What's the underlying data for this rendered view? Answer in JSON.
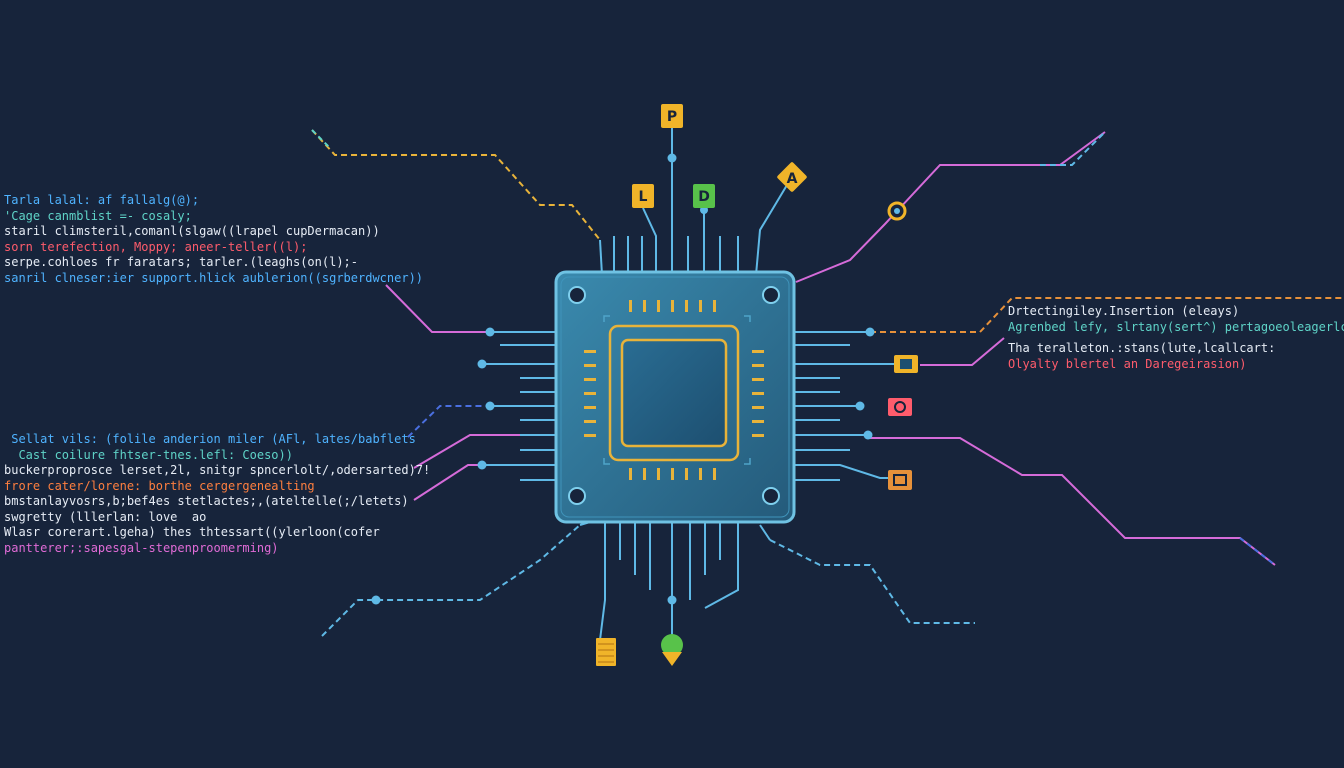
{
  "code_left_top": [
    {
      "text": "Tarla lalal: af fallalg(@);",
      "color": "#4fb3ff"
    },
    {
      "text": "'Cage canmblist =- cosaly;",
      "color": "#5fd4c8"
    },
    {
      "text": "staril climsteril,comanl(slgaw((lrapel cupDermacan))",
      "color": "#e6ecf5"
    },
    {
      "text": "sorn terefection, Moppy; aneer-teller((l);",
      "color": "#ff5c6c"
    },
    {
      "text": "serpe.cohloes fr faratars; tarler.(leaghs(on(l);-",
      "color": "#e6ecf5"
    },
    {
      "text": "sanril clneser:ier support.hlick aublerion((sgrberdwcner))",
      "color": "#4fb3ff"
    }
  ],
  "code_left_bottom": [
    {
      "text": " Sellat vils: (folile anderion miler (AFl, lates/babflets",
      "color": "#4fb3ff"
    },
    {
      "text": "  Cast coilure fhtser-tnes.lefl: Coeso))",
      "color": "#5fd4c8"
    },
    {
      "text": "buckerproprosce lerset,2l, snitgr spncerlolt/,odersarted)7!",
      "color": "#e6ecf5"
    },
    {
      "text": "frore cater/lorene: borthe cergergenealting",
      "color": "#ff7f3f"
    },
    {
      "text": "bmstanlayvosrs,b;bef4es stetlactes;,(ateltelle(;/letets)",
      "color": "#e6ecf5"
    },
    {
      "text": "swgretty (lllerlan: love  ao",
      "color": "#e6ecf5"
    },
    {
      "text": "Wlasr corerart.lgeha) thes thtessart((ylerloon(cofer",
      "color": "#e6ecf5"
    },
    {
      "text": "pantterer;:sapesgal-stepenproomerming)",
      "color": "#e06bd6"
    }
  ],
  "code_right_top": [
    {
      "text": "Drtectingiley.Insertion (eleays)",
      "color": "#e6ecf5"
    },
    {
      "text": "Agrenbed lefy, slrtany(sert^) pertagoeoleagerlc)",
      "color": "#5fd4c8"
    }
  ],
  "code_right_bottom": [
    {
      "text": "Tha teralleton.:stans(lute,lcallcart:",
      "color": "#e6ecf5"
    },
    {
      "text": "Olyalty blertel an Daregeirasion)",
      "color": "#ff5c6c"
    }
  ],
  "badges": {
    "top": "P",
    "left": "L",
    "green": "D",
    "diamond": "A"
  },
  "colors": {
    "background": "#17243b",
    "trace": "#5fb9e6",
    "chip_body": "#2d6b8f",
    "chip_border": "#6fc2e3",
    "die_frame": "#e8b33a",
    "orange": "#e7913a",
    "magenta": "#d56bd9",
    "red_badge": "#ff5c6c",
    "green_badge": "#58c24a",
    "yellow_badge": "#f0b429"
  }
}
